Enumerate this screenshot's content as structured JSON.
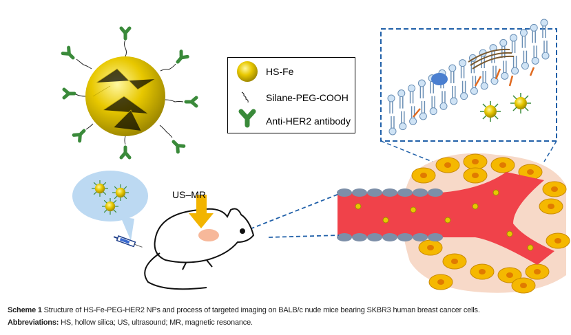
{
  "legend": {
    "items": [
      {
        "label": "HS-Fe",
        "icon": "nanoparticle-icon"
      },
      {
        "label": "Silane-PEG-COOH",
        "icon": "peg-chain-icon"
      },
      {
        "label": "Anti-HER2 antibody",
        "icon": "antibody-icon"
      }
    ]
  },
  "annotation": {
    "us_mr": "US–MR"
  },
  "caption": {
    "title_label": "Scheme 1",
    "title_text": "Structure of HS-Fe-PEG-HER2 NPs and process of targeted imaging on BALB/c nude mice bearing SKBR3 human breast cancer cells.",
    "abbr_label": "Abbreviations:",
    "abbr_text": "HS, hollow silica; US, ultrasound; MR, magnetic resonance."
  },
  "colors": {
    "gold": "#e8c800",
    "antibody": "#3a8a3a",
    "vessel": "#f0424a",
    "tumor_bg": "#f7d9c8",
    "cell": "#f5b800",
    "dashed": "#1f5fa8",
    "bubble": "#bcd9f2"
  }
}
